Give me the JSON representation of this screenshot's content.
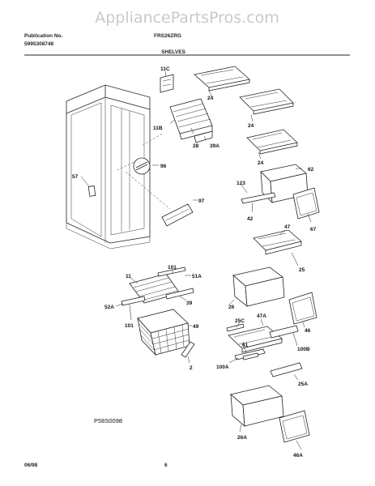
{
  "watermark": "AppliancePartsPros.com",
  "header": {
    "publication_label": "Publication No.",
    "publication_number": "5995308748",
    "model": "FRS26ZRG",
    "section_title": "SHELVES"
  },
  "footer": {
    "date": "06/98",
    "page_number": "6",
    "figure_code": "P58S0098"
  },
  "callouts": [
    "11C",
    "24",
    "11B",
    "28",
    "39A",
    "24",
    "24",
    "62",
    "96",
    "57",
    "123",
    "97",
    "42",
    "67",
    "47",
    "25",
    "101",
    "51A",
    "11",
    "39",
    "52A",
    "101",
    "49",
    "2",
    "26",
    "46",
    "25C",
    "47A",
    "61",
    "100B",
    "100A",
    "25A",
    "26A",
    "46A"
  ]
}
